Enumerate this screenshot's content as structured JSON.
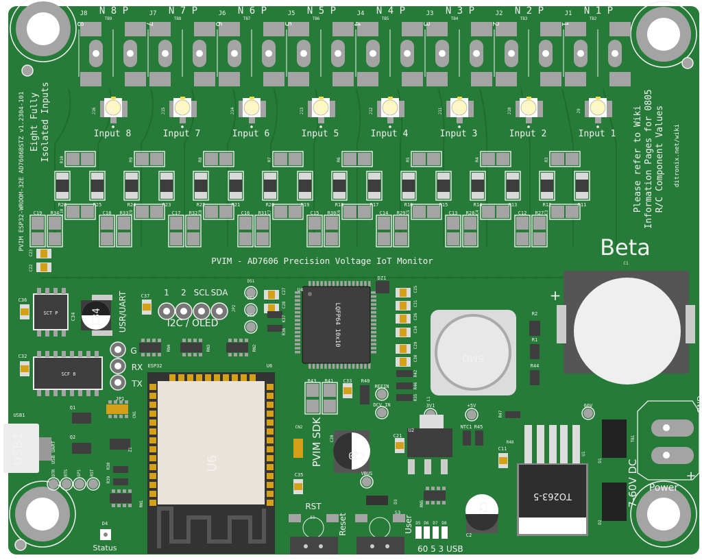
{
  "colors": {
    "board": "#277b38",
    "trace": "#1f6c2f",
    "pad": "#a4a4a4",
    "silk": "#f2f2f2",
    "ic": "#3e3e3e",
    "gold": "#d4a017",
    "module": "#e9e3da"
  },
  "board": {
    "title": "PVIM - AD7606 Precision Voltage IoT Monitor",
    "version_text": "PVIM ESP32-WROOM-32E AD7606BSTZ v1.2304-101",
    "tagline": [
      "Eight Fully",
      "Isolated Inputs"
    ],
    "wiki_note": [
      "Please refer to Wiki",
      "Information Pages for 0805",
      "R/C Component Values"
    ],
    "wiki_url": "ditronix.net/wiki",
    "beta": "Beta"
  },
  "channels": [
    {
      "terminal": "J8",
      "tb": "TB9",
      "polarity": "N 8 P",
      "num": "8",
      "conn": "J16",
      "input": "Input 8",
      "r_top": "R10",
      "r_left": "R26",
      "r_right": "R25",
      "c_pair": "C10",
      "c_small": "C19",
      "r_small": "R34"
    },
    {
      "terminal": "J7",
      "tb": "TB8",
      "polarity": "N 7 P",
      "num": "7",
      "conn": "J15",
      "input": "Input 7",
      "r_top": "R9",
      "r_left": "R24",
      "r_right": "R23",
      "c_pair": "C9",
      "c_small": "C18",
      "r_small": "R33"
    },
    {
      "terminal": "J6",
      "tb": "TB7",
      "polarity": "N 6 P",
      "num": "6",
      "conn": "J14",
      "input": "Input 6",
      "r_top": "R8",
      "r_left": "R22",
      "r_right": "R21",
      "c_pair": "C8",
      "c_small": "C17",
      "r_small": "R32"
    },
    {
      "terminal": "J5",
      "tb": "TB6",
      "polarity": "N 5 P",
      "num": "5",
      "conn": "J13",
      "input": "Input 5",
      "r_top": "R7",
      "r_left": "R20",
      "r_right": "R19",
      "c_pair": "C7",
      "c_small": "C16",
      "r_small": "R31"
    },
    {
      "terminal": "J4",
      "tb": "TB5",
      "polarity": "N 4 P",
      "num": "4",
      "conn": "J12",
      "input": "Input 4",
      "r_top": "R6",
      "r_left": "R18",
      "r_right": "R17",
      "c_pair": "C6",
      "c_small": "C15",
      "r_small": "R30"
    },
    {
      "terminal": "J3",
      "tb": "TB4",
      "polarity": "N 3 P",
      "num": "3",
      "conn": "J11",
      "input": "Input 3",
      "r_top": "R5",
      "r_left": "R16",
      "r_right": "R15",
      "c_pair": "C5",
      "c_small": "C14",
      "r_small": "R29"
    },
    {
      "terminal": "J2",
      "tb": "TB3",
      "polarity": "N 2 P",
      "num": "2",
      "conn": "J10",
      "input": "Input 2",
      "r_top": "R4",
      "r_left": "R14",
      "r_right": "R13",
      "c_pair": "C4",
      "c_small": "C13",
      "r_small": "R28"
    },
    {
      "terminal": "J1",
      "tb": "TB2",
      "polarity": "N 1 P",
      "num": "1",
      "conn": "J9",
      "input": "Input 1",
      "r_top": "R3",
      "r_left": "R12",
      "r_right": "R11",
      "c_pair": "C3",
      "c_small": "C12",
      "r_small": "R27"
    }
  ],
  "silk": {
    "c1_big": "C1",
    "c1_ref": "C1",
    "plus_c1": "+",
    "i2c_1": "1",
    "i2c_2": "2",
    "i2c_scl": "SCL",
    "i2c_sda": "SDA",
    "i2c_oled": "I2C / OLED",
    "jp2": "JP2",
    "usr_uart": "USR/UART",
    "pin_g": "G",
    "pin_rx": "RX",
    "pin_tx": "TX",
    "jp1": "JP1",
    "esp32": "ESP32",
    "u6_ref": "U6",
    "u6_big": "U6",
    "rn4": "RN4",
    "rn3": "RN3",
    "rn2": "RN2",
    "c37": "C37",
    "c36": "C36",
    "c32": "C32",
    "c34": "C34",
    "c34_body": "C34",
    "c23": "C23",
    "c22": "C22",
    "ds1": "DS1",
    "ds2": "DS2",
    "ds3": "DS3",
    "c27": "C27",
    "c28": "C28",
    "k37": "K37",
    "r36": "R36",
    "u4": "U4",
    "u4_body": "LQFP64 10x10",
    "dz1": "DZ1",
    "c25": "C25",
    "c31": "C31",
    "c26": "C26",
    "c24": "C24",
    "c29": "C29",
    "c30": "C30",
    "r42": "R42",
    "r46": "R46",
    "r35": "R35",
    "r43": "R43",
    "r41": "R41",
    "c33": "C33",
    "r40": "R40",
    "refin": "REFIN",
    "dcv_in": "DCV_IN",
    "l1": "L1",
    "l1_body": "L1",
    "l1_smd": "SMD",
    "tp_3v1": "3V1",
    "tp_5v": "+5V",
    "tp_60v": "60V",
    "r2": "R2",
    "r1": "R1",
    "r44": "R44",
    "r47": "R47",
    "r48": "R48",
    "pvim_sdk": "PVIM SDK",
    "cn2": "CN2",
    "c20": "C20",
    "c20_body": "C20",
    "c21": "C21",
    "u2": "U2",
    "ntc1": "NTC1",
    "r45": "R45",
    "c11": "C11",
    "u1": "U1",
    "u1_body": "TO263-5",
    "vbus": "VBUS",
    "c35": "C35",
    "rn5": "RN5",
    "d3": "D3",
    "d5": "D5",
    "d6": "D6",
    "d7": "D7",
    "d8": "D8",
    "led_legend": "60 5 3 USB",
    "rst": "RST",
    "s1": "S1",
    "s3": "S3",
    "reset": "Reset",
    "user": "User",
    "c2": "C2",
    "c2_body": "C2",
    "tb1": "TB1",
    "d1": "D1",
    "d2": "D2",
    "power": "Power",
    "input_range": "7-60V DC",
    "gnd": "GND",
    "plus_pwr": "+",
    "usb1": "USB1",
    "usb1_body": "USB1",
    "q1": "Q1",
    "q2": "Q2",
    "usb_uart": "USB UART",
    "dtr": "DTR",
    "rts": "RTS",
    "gp1": "GP1",
    "rst_pin": "RST",
    "z1": "Z1",
    "r30b": "R30",
    "r39": "R39",
    "rn1": "RN1",
    "cn1": "CN1",
    "d4": "D4",
    "status": "Status",
    "u5": "U5",
    "u5_body": "SCT P",
    "u3_body": "SCF 8"
  }
}
